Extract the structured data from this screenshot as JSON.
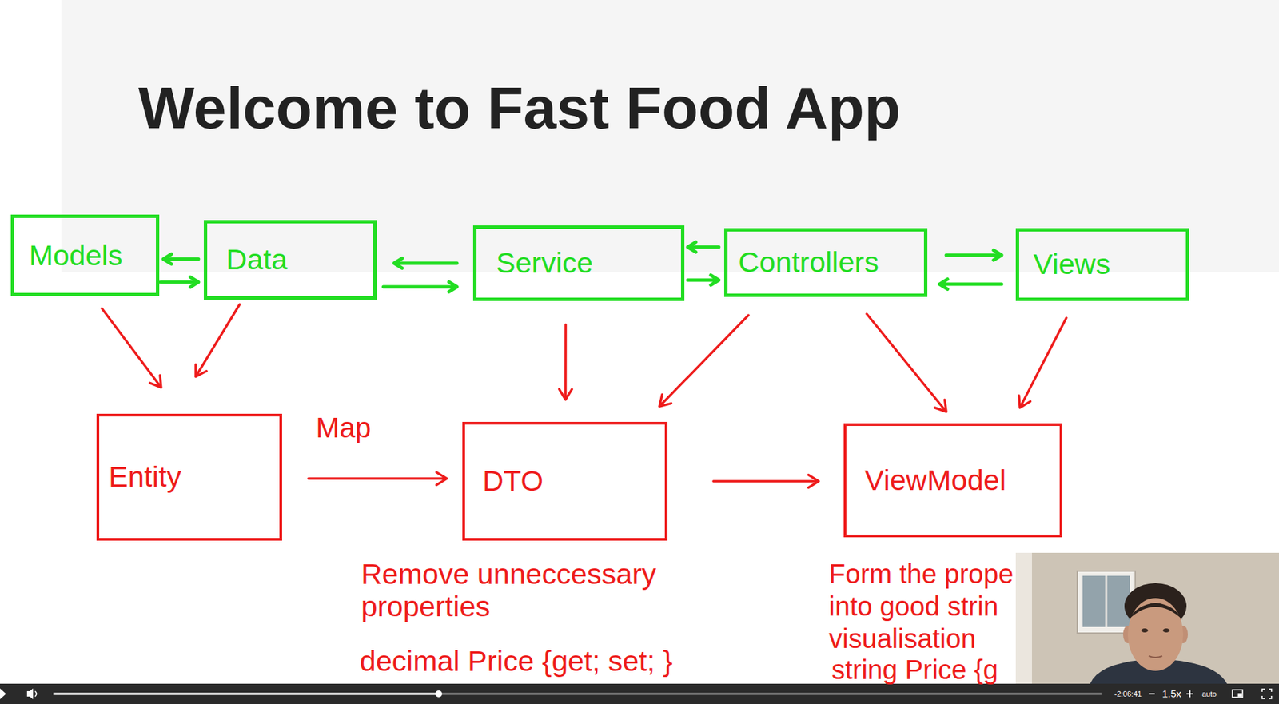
{
  "diagram": {
    "title": "Welcome to Fast Food App",
    "nodes": [
      {
        "text": [
          "Models"
        ]
      },
      {
        "text": [
          "Data"
        ]
      },
      {
        "text": [
          "Service"
        ]
      },
      {
        "text": [
          "Controllers"
        ]
      },
      {
        "text": [
          "Views"
        ]
      },
      {
        "text": [
          "Entity"
        ]
      },
      {
        "text": [
          "DTO"
        ]
      },
      {
        "text": [
          "ViewModel"
        ]
      }
    ],
    "edges": [
      {
        "from": 1,
        "to": 0,
        "arrow": "to"
      },
      {
        "from": 0,
        "to": 1,
        "arrow": "to"
      },
      {
        "from": 2,
        "to": 1,
        "arrow": "to"
      },
      {
        "from": 1,
        "to": 2,
        "arrow": "to"
      },
      {
        "from": 3,
        "to": 2,
        "arrow": "to"
      },
      {
        "from": 2,
        "to": 3,
        "arrow": "to"
      },
      {
        "from": 3,
        "to": 4,
        "arrow": "to"
      },
      {
        "from": 4,
        "to": 3,
        "arrow": "to"
      },
      {
        "from": 0,
        "to": 5,
        "arrow": "to"
      },
      {
        "from": 1,
        "to": 5,
        "arrow": "to"
      },
      {
        "from": 2,
        "to": 6,
        "arrow": "to"
      },
      {
        "from": 3,
        "to": 6,
        "arrow": "to"
      },
      {
        "from": 3,
        "to": 7,
        "arrow": "to"
      },
      {
        "from": 4,
        "to": 7,
        "arrow": "to"
      },
      {
        "from": 5,
        "to": 6,
        "label": "Map",
        "arrow": "to"
      },
      {
        "from": 6,
        "to": 7,
        "arrow": "to"
      }
    ],
    "labels": [
      "Remove unneccessary properties",
      "decimal Price {get; set; }",
      "Form the prope into good strin visualisation",
      "string Price {g",
      "-2:06:41",
      "1.5x",
      "auto"
    ]
  }
}
